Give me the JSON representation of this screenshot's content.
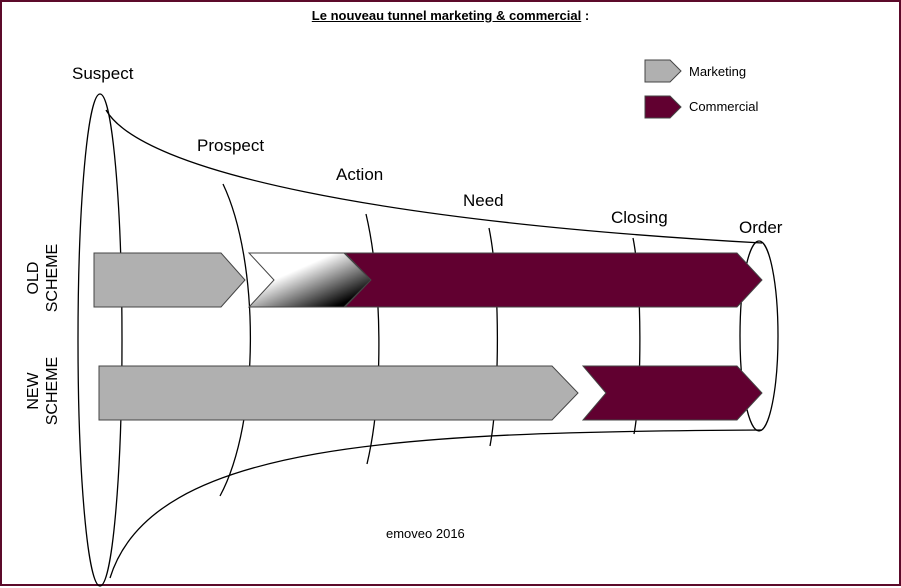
{
  "title": "Le nouveau tunnel marketing & commercial",
  "title_suffix": ":",
  "stages": [
    "Suspect",
    "Prospect",
    "Action",
    "Need",
    "Closing",
    "Order"
  ],
  "legend": [
    {
      "label": "Marketing",
      "color": "#b0b0b0"
    },
    {
      "label": "Commercial",
      "color": "#610030"
    }
  ],
  "schemes": {
    "old": {
      "line1": "OLD",
      "line2": "SCHEME"
    },
    "new": {
      "line1": "NEW",
      "line2": "SCHEME"
    }
  },
  "footer": "emoveo  2016",
  "colors": {
    "marketing": "#b0b0b0",
    "commercial": "#610030",
    "border": "#5c0a2a"
  }
}
